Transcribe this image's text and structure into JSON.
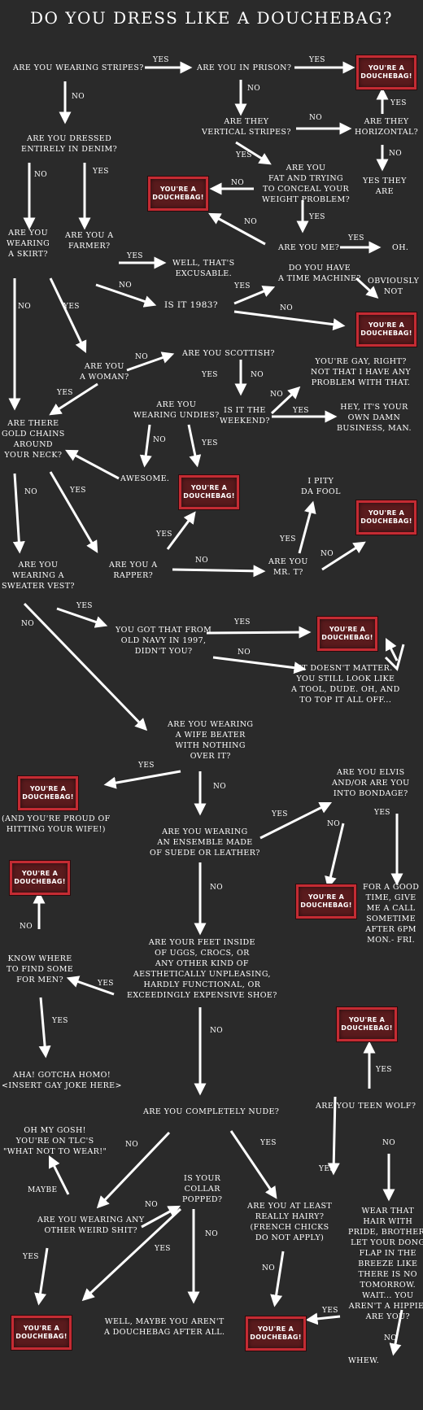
{
  "title": "DO YOU DRESS LIKE A DOUCHEBAG?",
  "badge_text": "YOU'RE A\nDOUCHEBAG!",
  "nodes": {
    "stripes": "ARE YOU WEARING STRIPES?",
    "prison": "ARE YOU IN PRISON?",
    "vertical": "ARE THEY\nVERTICAL STRIPES?",
    "horizontal": "ARE THEY\nHORIZONTAL?",
    "fat": "ARE YOU\nFAT AND TRYING\nTO CONCEAL YOUR\nWEIGHT PROBLEM?",
    "yes_they_are": "YES THEY\nARE",
    "denim": "ARE YOU DRESSED\nENTIRELY IN DENIM?",
    "you_me": "ARE YOU ME?",
    "oh": "OH.",
    "skirt": "ARE YOU\nWEARING\nA SKIRT?",
    "farmer": "ARE YOU A\nFARMER?",
    "excusable": "WELL, THAT'S\nEXCUSABLE.",
    "time_machine": "DO YOU HAVE\nA TIME MACHINE?",
    "obviously_not": "OBVIOUSLY\nNOT",
    "is_it_1983": "IS IT 1983?",
    "woman": "ARE YOU\nA WOMAN?",
    "scottish": "ARE YOU SCOTTISH?",
    "gay_right": "YOU'RE GAY, RIGHT?\nNOT THAT I HAVE ANY\nPROBLEM WITH THAT.",
    "undies": "ARE YOU\nWEARING UNDIES?",
    "weekend": "IS IT THE\nWEEKEND?",
    "own_business": "HEY, IT'S YOUR\nOWN DAMN\nBUSINESS, MAN.",
    "gold_chains": "ARE THERE\nGOLD CHAINS\nAROUND\nYOUR NECK?",
    "awesome": "AWESOME.",
    "pity": "I PITY\nDA FOOL",
    "sweater_vest": "ARE YOU\nWEARING A\nSWEATER VEST?",
    "rapper": "ARE YOU A\nRAPPER?",
    "mr_t": "ARE YOU\nMR. T?",
    "old_navy": "YOU GOT THAT FROM\nOLD NAVY IN 1997,\nDIDN'T YOU?",
    "doesnt_matter": "IT DOESN'T MATTER.\nYOU STILL LOOK LIKE\nA TOOL, DUDE. OH, AND\nTO TOP IT ALL OFF...",
    "wife_beater": "ARE YOU WEARING\nA WIFE BEATER\nWITH NOTHING\nOVER IT?",
    "proud": "(AND YOU'RE PROUD OF\nHITTING YOUR WIFE!)",
    "elvis": "ARE YOU ELVIS\nAND/OR ARE YOU\nINTO BONDAGE?",
    "suede": "ARE YOU WEARING\nAN ENSEMBLE MADE\nOF SUEDE OR LEATHER?",
    "good_time": "FOR A GOOD\nTIME, GIVE\nME A CALL\nSOMETIME\nAFTER 6PM\nMON.- FRI.",
    "men": "KNOW WHERE\nTO FIND SOME\nFOR MEN?",
    "uggs": "ARE YOUR FEET INSIDE\nOF UGGS, CROCS, OR\nANY OTHER KIND OF\nAESTHETICALLY UNPLEASING,\nHARDLY FUNCTIONAL, OR\nEXCEEDINGLY EXPENSIVE SHOE?",
    "gotcha": "AHA! GOTCHA HOMO!\n<INSERT GAY JOKE HERE>",
    "nude": "ARE YOU COMPLETELY NUDE?",
    "teen_wolf": "ARE YOU TEEN WOLF?",
    "tlc": "OH MY GOSH!\nYOU'RE ON TLC'S\n\"WHAT NOT TO WEAR!\"",
    "collar": "IS YOUR\nCOLLAR\nPOPPED?",
    "weird": "ARE YOU WEARING ANY\nOTHER WEIRD SHIT?",
    "hairy": "ARE YOU AT LEAST\nREALLY HAIRY?\n(FRENCH CHICKS\nDO NOT APPLY)",
    "pride": "WEAR THAT\nHAIR WITH\nPRIDE, BROTHER.\nLET YOUR DONG\nFLAP IN THE\nBREEZE LIKE\nTHERE IS NO\nTOMORROW.\nWAIT... YOU\nAREN'T A HIPPIE,\nARE YOU?",
    "maybe_not": "WELL, MAYBE YOU AREN'T\nA DOUCHEBAG AFTER ALL.",
    "whew": "WHEW."
  },
  "labels": {
    "yes": "YES",
    "no": "NO",
    "maybe": "MAYBE"
  }
}
